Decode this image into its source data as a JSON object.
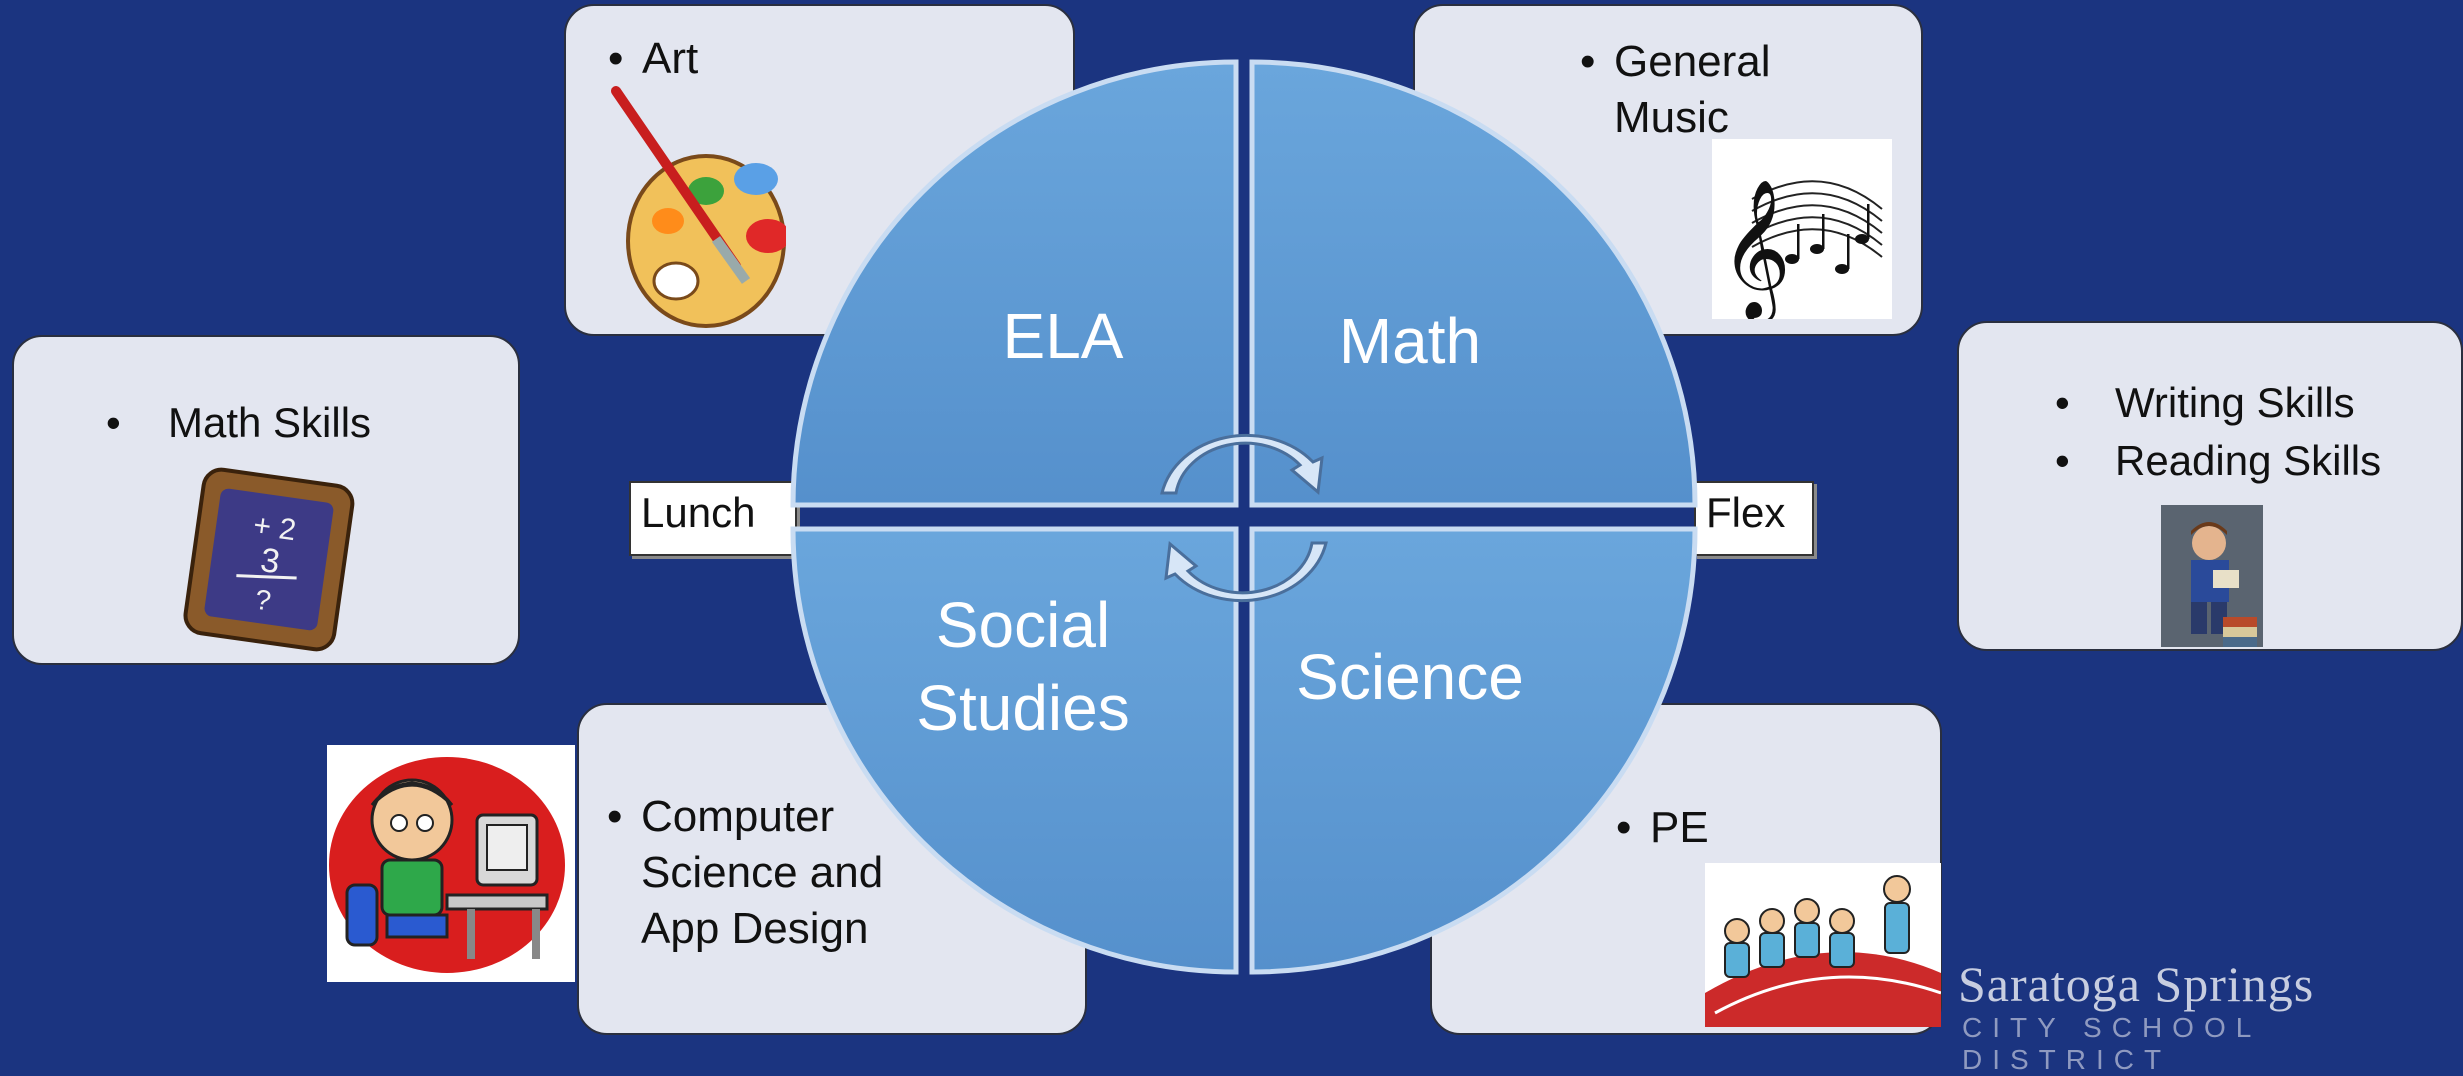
{
  "quadrants": {
    "ela": "ELA",
    "math": "Math",
    "social_studies_line1": "Social",
    "social_studies_line2": "Studies",
    "science": "Science"
  },
  "labels": {
    "lunch": "Lunch",
    "flex": "Flex"
  },
  "cards": {
    "art": {
      "items": [
        "Art"
      ]
    },
    "music": {
      "items": [
        "General Music"
      ],
      "line1": "General",
      "line2": "Music"
    },
    "math_skills": {
      "items": [
        "Math Skills"
      ]
    },
    "literacy": {
      "items": [
        "Writing Skills",
        "Reading Skills"
      ]
    },
    "computer": {
      "line1": "Computer",
      "line2": "Science and",
      "line3": "App Design"
    },
    "pe": {
      "items": [
        "PE"
      ]
    }
  },
  "chalkboard": {
    "line1": "+ 2",
    "line2": "3",
    "line3": "?"
  },
  "logo": {
    "name": "Saratoga Springs",
    "sub": "CITY SCHOOL DISTRICT"
  },
  "colors": {
    "background": "#1b3480",
    "quadrant": "#5b9bd5",
    "card": "#e3e6f0"
  }
}
